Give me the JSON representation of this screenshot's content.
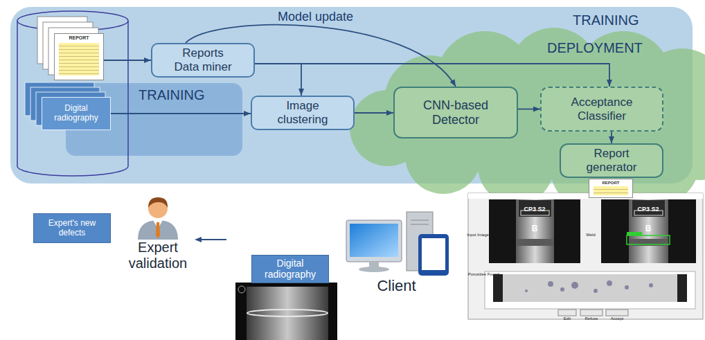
{
  "diagram": {
    "nodes": [
      {
        "text": [
          "TRAINING"
        ]
      },
      {
        "text": [
          "REPORT"
        ],
        "in": 0
      },
      {
        "text": [
          "Reports Data miner"
        ],
        "in": 0
      },
      {
        "text": [
          "TRAINING"
        ],
        "in": 0
      },
      {
        "text": [
          "Digital radiography"
        ],
        "in": 0
      },
      {
        "text": [
          "Image clustering"
        ],
        "in": 0
      },
      {
        "text": [
          "DEPLOYMENT"
        ]
      },
      {
        "text": [
          "CNN-based Detector"
        ],
        "in": 6
      },
      {
        "text": [
          "Acceptance Classifier"
        ],
        "in": 6
      },
      {
        "text": [
          "Report generator"
        ],
        "in": 6
      },
      {
        "text": [
          "REPORT"
        ],
        "in": 6
      },
      {
        "text": [
          "Expert's new defects"
        ]
      },
      {
        "text": [
          "Expert validation"
        ]
      },
      {
        "text": [
          "Digital radiography"
        ]
      },
      {
        "text": [
          "Client"
        ]
      }
    ],
    "edges": [
      {
        "from": 1,
        "to": 2,
        "arrow": "to"
      },
      {
        "from": 2,
        "to": 5,
        "arrow": "to"
      },
      {
        "from": 2,
        "to": 8,
        "arrow": "to"
      },
      {
        "from": 2,
        "to": 7,
        "label": "Model update",
        "arrow": "to"
      },
      {
        "from": 4,
        "to": 5,
        "arrow": "to"
      },
      {
        "from": 5,
        "to": 7,
        "arrow": "to"
      },
      {
        "from": 7,
        "to": 8,
        "arrow": "to"
      },
      {
        "from": 8,
        "to": 9,
        "arrow": "to"
      }
    ],
    "labels": [
      "CP3 S2",
      "B",
      "CP3 S2",
      "B",
      "Input Image",
      "Weld",
      "Porosities Found:",
      "Edit",
      "Refuse",
      "Accept"
    ]
  }
}
